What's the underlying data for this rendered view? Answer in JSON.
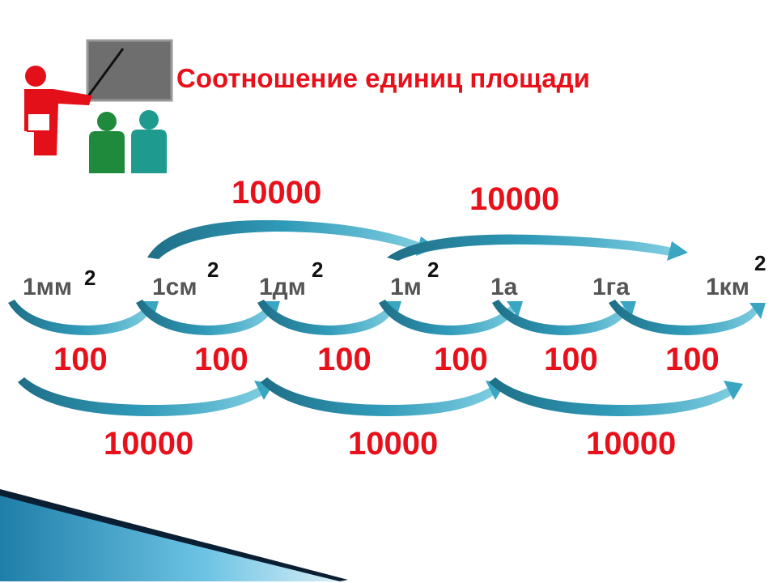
{
  "title": "Соотношение единиц площади",
  "top_factors": [
    "10000",
    "10000"
  ],
  "units": [
    {
      "label": "1мм",
      "exp": "2"
    },
    {
      "label": "1см",
      "exp": "2"
    },
    {
      "label": "1дм",
      "exp": "2"
    },
    {
      "label": "1м",
      "exp": "2"
    },
    {
      "label": "1а",
      "exp": ""
    },
    {
      "label": "1га",
      "exp": ""
    },
    {
      "label": "1км",
      "exp": "2"
    }
  ],
  "step_factors": [
    "100",
    "100",
    "100",
    "100",
    "100",
    "100"
  ],
  "bottom_factors": [
    "10000",
    "10000",
    "10000"
  ],
  "colors": {
    "title": "#e8101a",
    "numbers": "#e8101a",
    "units": "#555555",
    "arrow": "#2a8aa6",
    "arrow_light": "#7ecde0"
  }
}
